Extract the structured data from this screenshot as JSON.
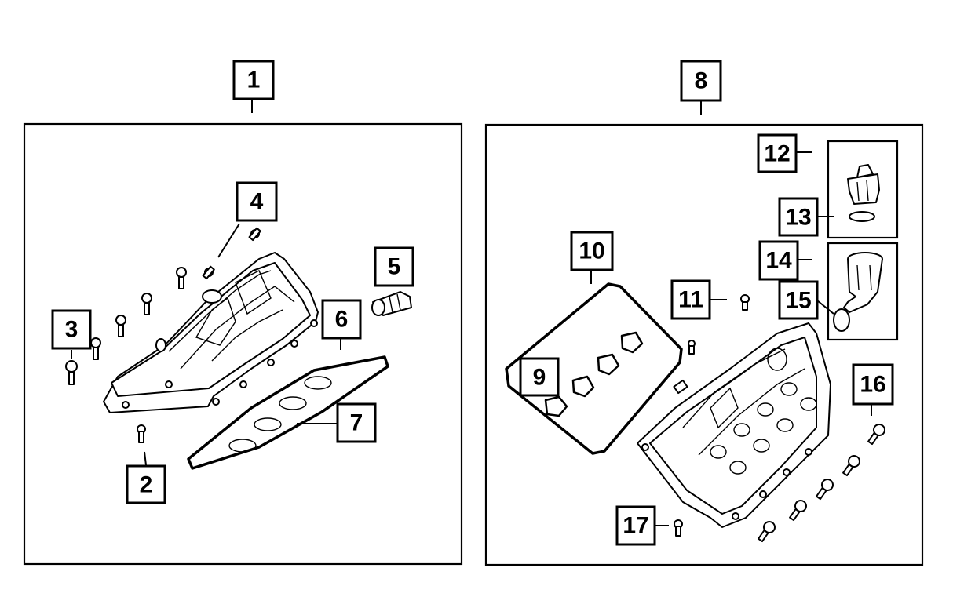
{
  "colors": {
    "line": "#000000",
    "background": "#ffffff"
  },
  "callouts": {
    "c1": "1",
    "c2": "2",
    "c3": "3",
    "c4": "4",
    "c5": "5",
    "c6": "6",
    "c7": "7",
    "c8": "8",
    "c9": "9",
    "c10": "10",
    "c11": "11",
    "c12": "12",
    "c13": "13",
    "c14": "14",
    "c15": "15",
    "c16": "16",
    "c17": "17"
  }
}
